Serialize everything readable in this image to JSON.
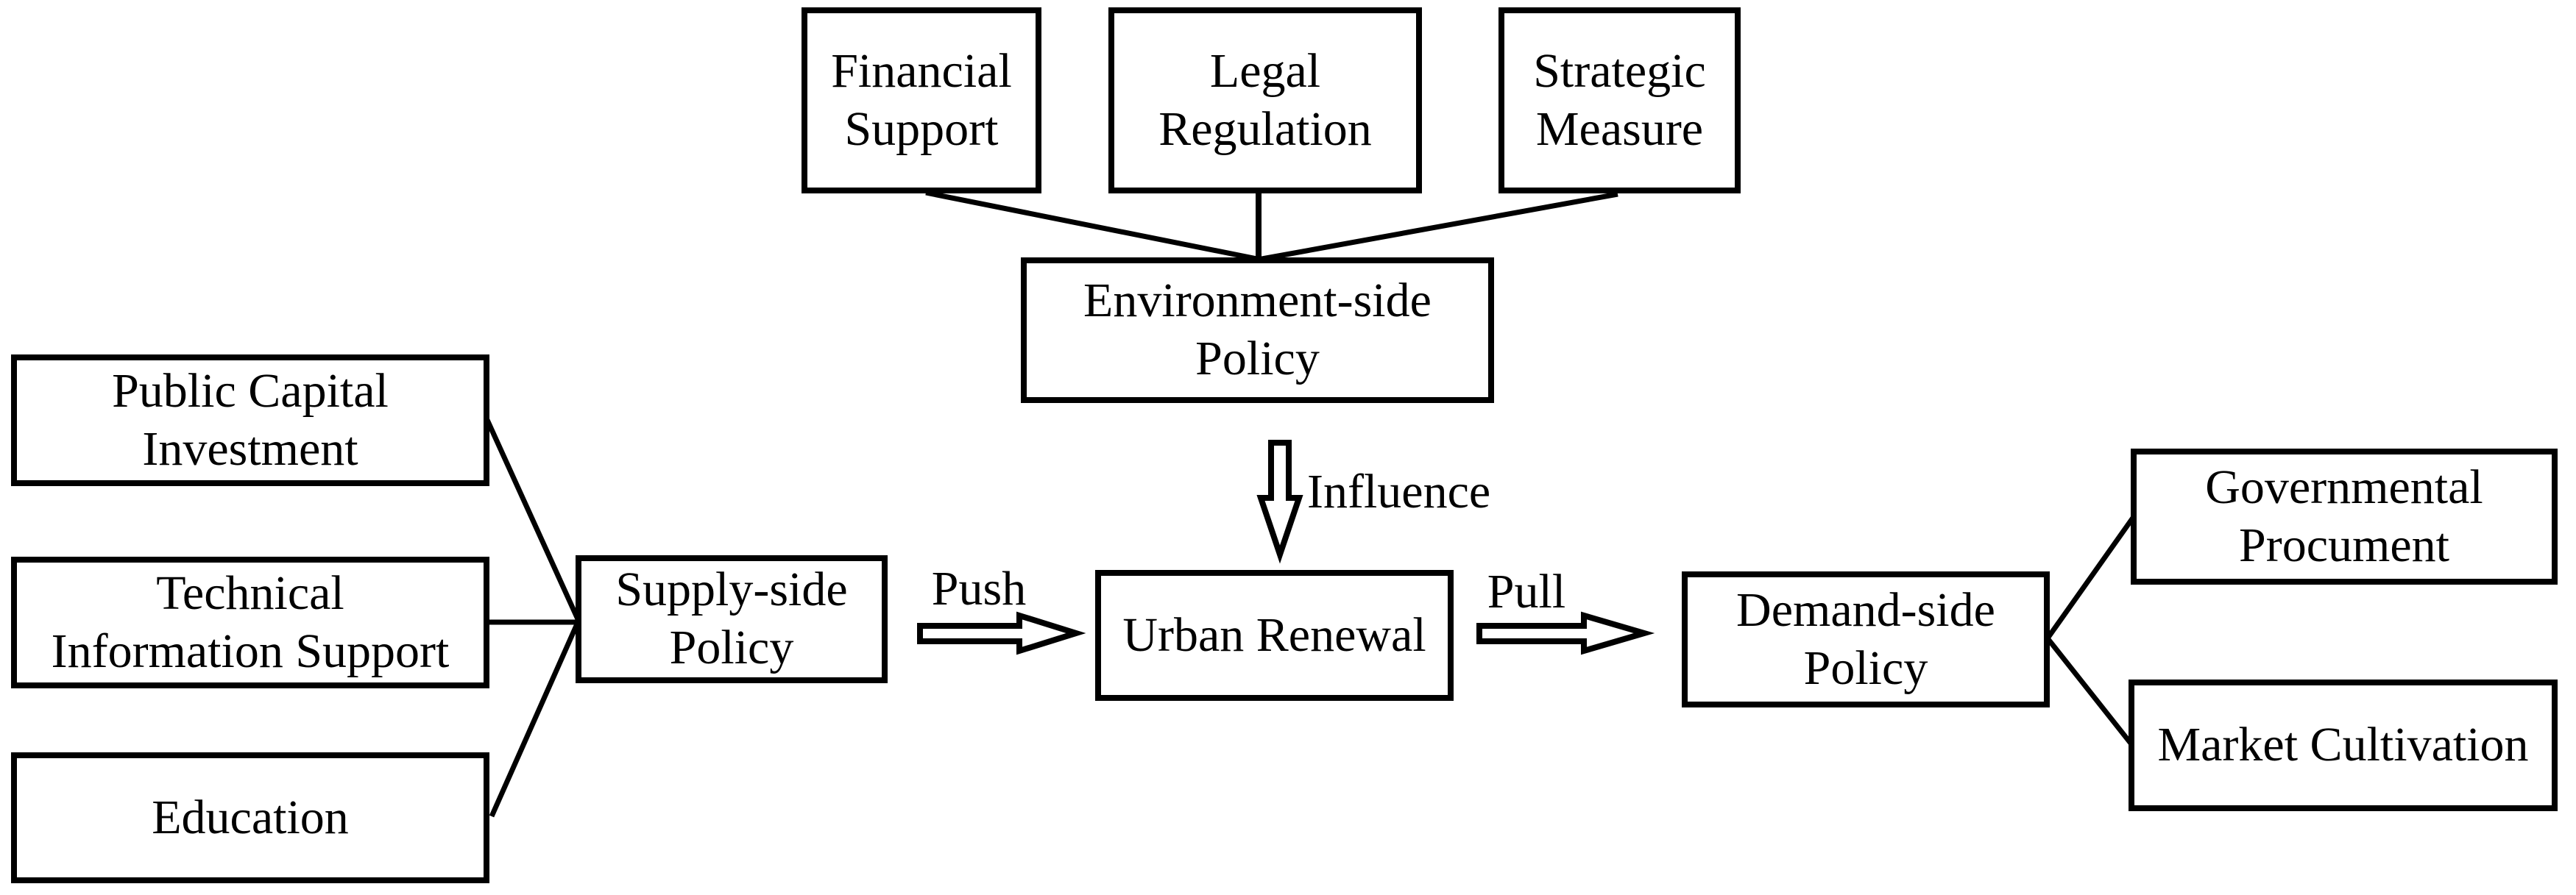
{
  "nodes": {
    "financial_support": {
      "label": "Financial\nSupport"
    },
    "legal_regulation": {
      "label": "Legal\nRegulation"
    },
    "strategic_measure": {
      "label": "Strategic\nMeasure"
    },
    "environment_side_policy": {
      "label": "Environment-side\nPolicy"
    },
    "public_capital_investment": {
      "label": "Public Capital\nInvestment"
    },
    "technical_information_support": {
      "label": "Technical\nInformation Support"
    },
    "education": {
      "label": "Education"
    },
    "supply_side_policy": {
      "label": "Supply-side\nPolicy"
    },
    "urban_renewal": {
      "label": "Urban Renewal"
    },
    "demand_side_policy": {
      "label": "Demand-side\nPolicy"
    },
    "governmental_procument": {
      "label": "Governmental\nProcument"
    },
    "market_cultivation": {
      "label": "Market Cultivation"
    }
  },
  "edge_labels": {
    "influence": "Influence",
    "push": "Push",
    "pull": "Pull"
  },
  "colors": {
    "stroke": "#000000",
    "background": "#ffffff",
    "box_fill": "#ffffff"
  }
}
